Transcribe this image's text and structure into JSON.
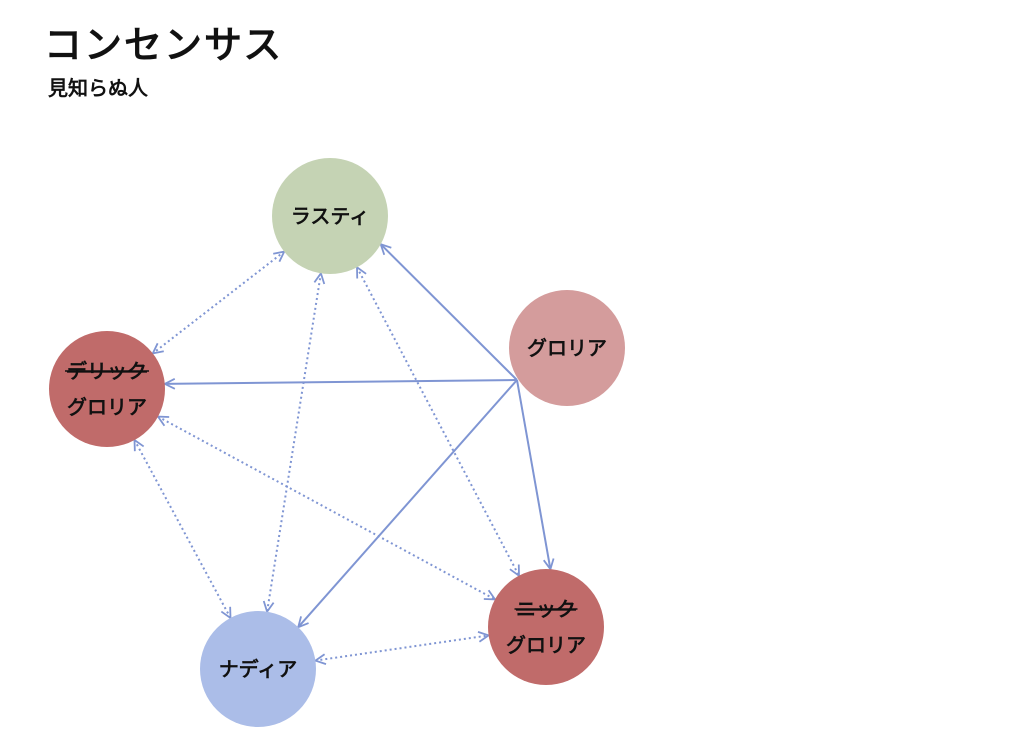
{
  "header": {
    "title": "コンセンサス",
    "subtitle": "見知らぬ人"
  },
  "colors": {
    "edge": "#7f95d3",
    "rusty": "#c5d3b4",
    "gloria": "#d49c9c",
    "derrick_gloria": "#c06b6a",
    "nick_gloria": "#c06b6a",
    "nadia": "#abbde8"
  },
  "nodes": [
    {
      "id": "rusty",
      "lines": [
        "ラスティ"
      ],
      "color_key": "rusty",
      "strike": [
        false
      ]
    },
    {
      "id": "gloria",
      "lines": [
        "グロリア"
      ],
      "color_key": "gloria",
      "strike": [
        false
      ]
    },
    {
      "id": "derrick_gloria",
      "lines": [
        "デリック",
        "グロリア"
      ],
      "color_key": "derrick_gloria",
      "strike": [
        true,
        false
      ]
    },
    {
      "id": "nick_gloria",
      "lines": [
        "ニック",
        "グロリア"
      ],
      "color_key": "nick_gloria",
      "strike": [
        true,
        false
      ]
    },
    {
      "id": "nadia",
      "lines": [
        "ナディア"
      ],
      "color_key": "nadia",
      "strike": [
        false
      ]
    }
  ],
  "edges": [
    {
      "from": "gloria",
      "to": "rusty",
      "style": "solid",
      "arrows": "end"
    },
    {
      "from": "gloria",
      "to": "derrick_gloria",
      "style": "solid",
      "arrows": "end"
    },
    {
      "from": "gloria",
      "to": "nadia",
      "style": "solid",
      "arrows": "end"
    },
    {
      "from": "gloria",
      "to": "nick_gloria",
      "style": "solid",
      "arrows": "end"
    },
    {
      "from": "rusty",
      "to": "derrick_gloria",
      "style": "dotted",
      "arrows": "both"
    },
    {
      "from": "rusty",
      "to": "nadia",
      "style": "dotted",
      "arrows": "both"
    },
    {
      "from": "rusty",
      "to": "nick_gloria",
      "style": "dotted",
      "arrows": "both"
    },
    {
      "from": "derrick_gloria",
      "to": "nadia",
      "style": "dotted",
      "arrows": "both"
    },
    {
      "from": "derrick_gloria",
      "to": "nick_gloria",
      "style": "dotted",
      "arrows": "both"
    },
    {
      "from": "nadia",
      "to": "nick_gloria",
      "style": "dotted",
      "arrows": "both"
    }
  ]
}
